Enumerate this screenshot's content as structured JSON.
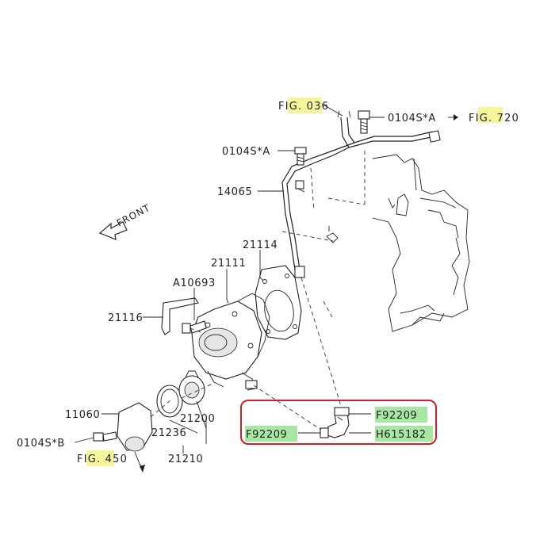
{
  "colors": {
    "highlight_yellow": "#f6f59a",
    "highlight_green": "#a8e6a3",
    "callout_red": "#d11f2a",
    "ink": "#222222"
  },
  "direction": {
    "front": "FRONT"
  },
  "refs": {
    "fig036": {
      "prefix": "F",
      "hl": "IG. 0",
      "suffix": "36"
    },
    "fig720": {
      "prefix": "F",
      "hl": "IG. 7",
      "suffix": "20"
    },
    "fig450": {
      "prefix": "F",
      "hl": "IG. 4",
      "suffix": "50"
    }
  },
  "parts": {
    "bolt_top": "0104S*A",
    "bolt_left": "0104S*A",
    "pipe": "14065",
    "gasket": "21114",
    "water_pump": "21111",
    "bolt_pump": "A10693",
    "bracket": "21116",
    "thermostat_cover": "11060",
    "bolt_bottom": "0104S*B",
    "thermostat": "21200",
    "thermostat_gasket": "21236",
    "thermostat_kit": "21210"
  },
  "callout": {
    "clamp_upper": "F92209",
    "clamp_lower": "F92209",
    "hose": "H615182"
  }
}
